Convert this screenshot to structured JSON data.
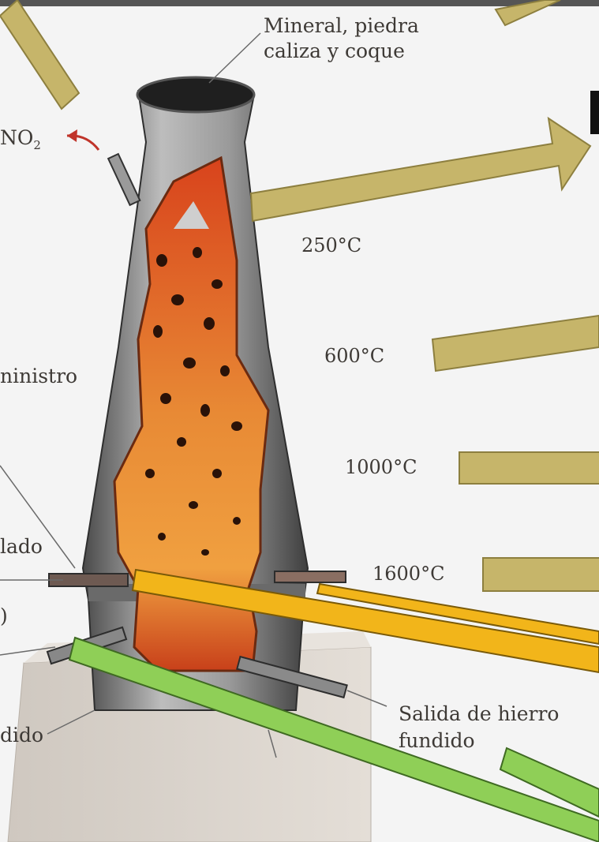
{
  "labels": {
    "top_line1": "Mineral, piedra",
    "top_line2": "caliza y coque",
    "gas": "NO",
    "gas_sub": "2",
    "left_supply": "ninistro",
    "left_blown": "lado",
    "left_paren": ")",
    "left_molten": "dido",
    "outlet_line1": "Salida de hierro",
    "outlet_line2": "fundido"
  },
  "temperatures": [
    "250°C",
    "600°C",
    "1000°C",
    "1600°C"
  ],
  "colors": {
    "furnace_shell": "#8a8a8a",
    "charge": "#d95a1c",
    "charge_hot": "#e89a3a",
    "arrow_khaki": "#c6b56a",
    "arrow_yellow": "#f2b51a",
    "arrow_green": "#8fcf57",
    "base_stone": "#d8d2cb"
  },
  "icons": [
    "up-right-arrow-icon",
    "right-arrow-icon"
  ]
}
